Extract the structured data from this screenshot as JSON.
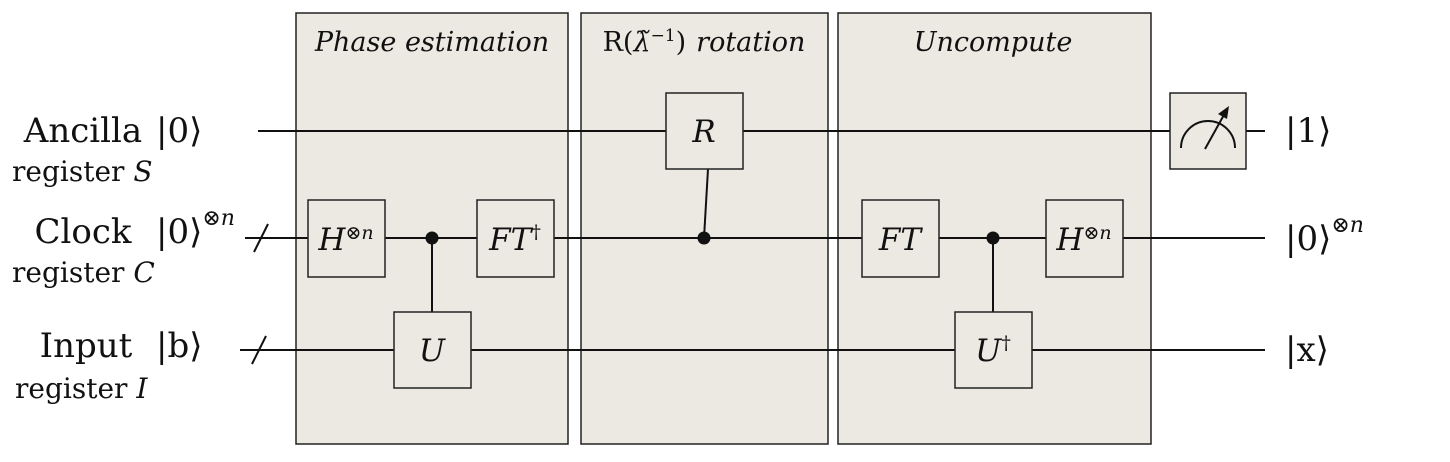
{
  "stages": [
    {
      "title": "Phase estimation"
    },
    {
      "title": "R(λ̃⁻¹) rotation",
      "title_main": "R(",
      "title_lambda": "λ̃",
      "title_sup": "−1",
      "title_close": ")",
      "title_rest": "rotation"
    },
    {
      "title": "Uncompute"
    }
  ],
  "registers": [
    {
      "name": "Ancilla",
      "sub_label": "register",
      "sub_symbol": "S",
      "state": "|0⟩",
      "state_sup": "",
      "output": "|1⟩",
      "output_sup": ""
    },
    {
      "name": "Clock",
      "sub_label": "register",
      "sub_symbol": "C",
      "state": "|0⟩",
      "state_sup": "⊗n",
      "output": "|0⟩",
      "output_sup": "⊗n"
    },
    {
      "name": "Input",
      "sub_label": "register",
      "sub_symbol": "I",
      "state": "|b⟩",
      "state_sup": "",
      "output": "|x⟩",
      "output_sup": ""
    }
  ],
  "gates": {
    "h1": {
      "base": "H",
      "sup": "⊗n"
    },
    "u": {
      "base": "U",
      "sup": ""
    },
    "ft_dag": {
      "base": "FT",
      "sup": "†"
    },
    "r": {
      "base": "R",
      "sup": ""
    },
    "ft": {
      "base": "FT",
      "sup": ""
    },
    "u_dag": {
      "base": "U",
      "sup": "†"
    },
    "h2": {
      "base": "H",
      "sup": "⊗n"
    }
  }
}
